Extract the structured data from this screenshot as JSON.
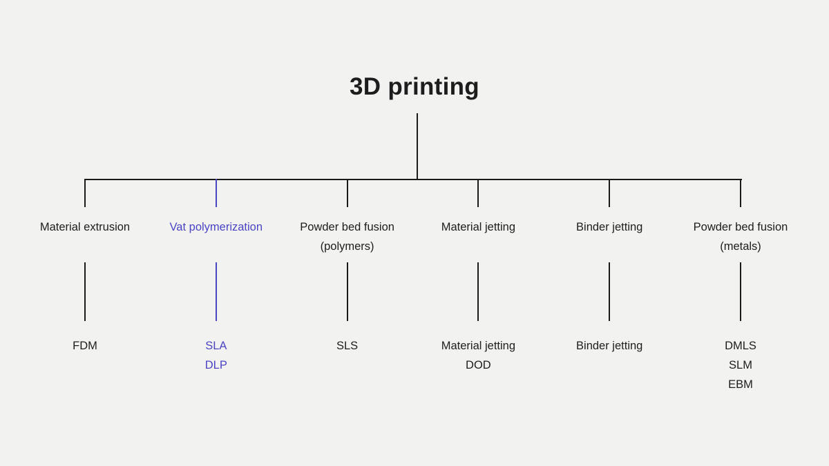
{
  "title": "3D printing",
  "colors": {
    "background": "#f2f2f0",
    "line": "#1a1a1a",
    "text": "#1d1d1d",
    "accent": "#4a44c4"
  },
  "tree": {
    "root": "3D printing",
    "branches": [
      {
        "label": [
          "Material extrusion"
        ],
        "leaves": [
          "FDM"
        ],
        "highlighted": false
      },
      {
        "label": [
          "Vat polymerization"
        ],
        "leaves": [
          "SLA",
          "DLP"
        ],
        "highlighted": true
      },
      {
        "label": [
          "Powder bed fusion",
          "(polymers)"
        ],
        "leaves": [
          "SLS"
        ],
        "highlighted": false
      },
      {
        "label": [
          "Material jetting"
        ],
        "leaves": [
          "Material jetting",
          "DOD"
        ],
        "highlighted": false
      },
      {
        "label": [
          "Binder jetting"
        ],
        "leaves": [
          "Binder jetting"
        ],
        "highlighted": false
      },
      {
        "label": [
          "Powder bed fusion",
          "(metals)"
        ],
        "leaves": [
          "DMLS",
          "SLM",
          "EBM"
        ],
        "highlighted": false
      }
    ]
  }
}
